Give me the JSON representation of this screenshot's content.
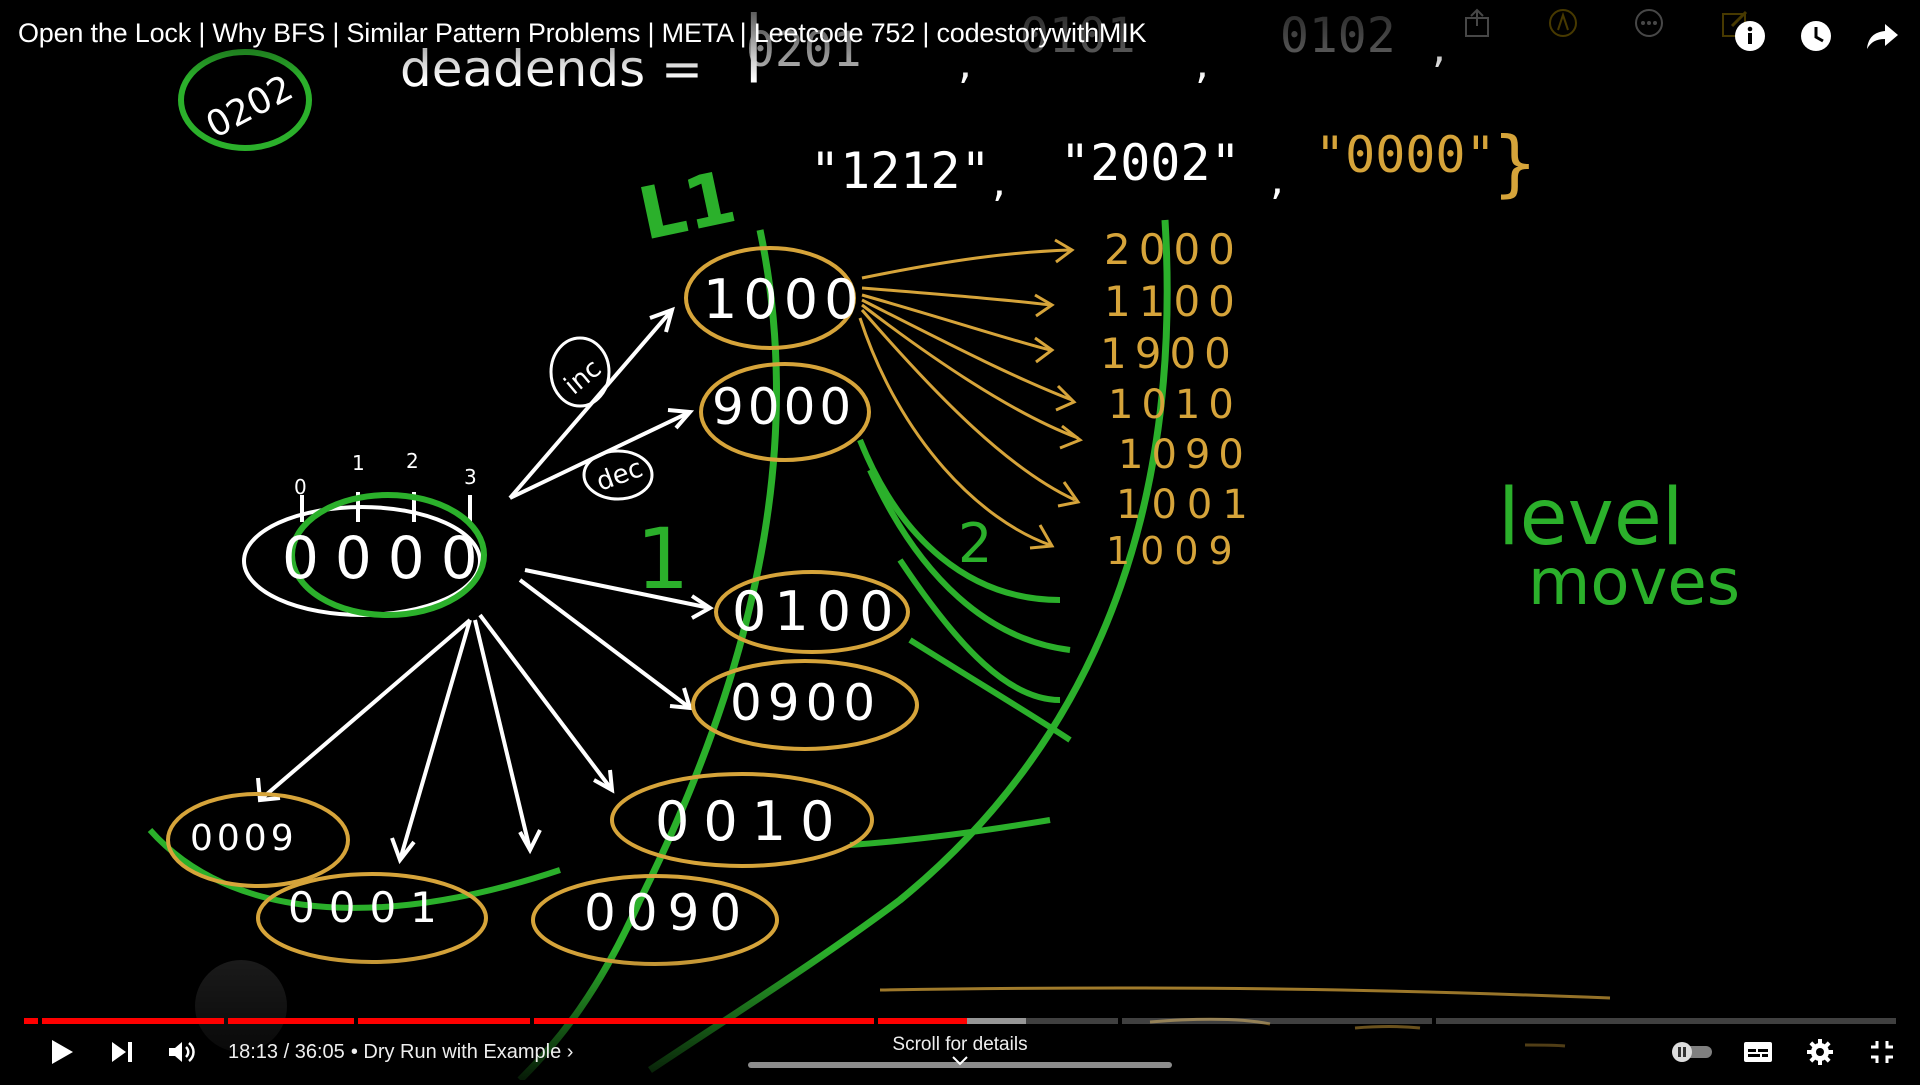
{
  "player": {
    "title": "Open the Lock | Why BFS | Similar Pattern Problems | META | Leetcode 752 | codestorywithMIK",
    "current_time": "18:13",
    "separator": "/",
    "duration": "36:05",
    "chapter_prefix": "•",
    "chapter": "Dry Run with Example",
    "chapter_chevron": "›",
    "scroll_hint": "Scroll for details",
    "progress_fraction": 0.504,
    "buffered_fraction": 0.535
  },
  "icons": {
    "play": "play-icon",
    "next": "next-icon",
    "volume": "volume-icon",
    "info": "info-icon",
    "watch_later": "clock-icon",
    "share": "share-arrow-icon",
    "autoplay": "autoplay-toggle-icon",
    "captions": "captions-icon",
    "settings": "gear-icon",
    "fullscreen": "exit-fullscreen-icon"
  },
  "colors": {
    "progress": "#ff0000",
    "ink_white": "#ffffff",
    "ink_gold": "#d6a43a",
    "ink_green": "#2bb02b"
  },
  "whiteboard": {
    "deadends_label": "deadends =",
    "deadends_row1": [
      "0201",
      "0101",
      "0102"
    ],
    "deadends_row2": [
      "\"1212\"",
      "\"2002\"",
      "\"0000\""
    ],
    "comma": ",",
    "close_brace": "}",
    "circled_target": "0202",
    "level_marker": "L1",
    "root": "0000",
    "index_labels": [
      "0",
      "1",
      "2",
      "3"
    ],
    "inc_label": "inc",
    "dec_label": "dec",
    "level1_mark": "1",
    "level2_mark": "2",
    "children": [
      "1000",
      "9000",
      "0100",
      "0900",
      "0010",
      "0090",
      "0001",
      "0009"
    ],
    "grandchildren": [
      "2000",
      "1100",
      "1900",
      "1010",
      "1090",
      "1001",
      "1009"
    ],
    "note_line1": "level",
    "note_line2": "moves"
  }
}
